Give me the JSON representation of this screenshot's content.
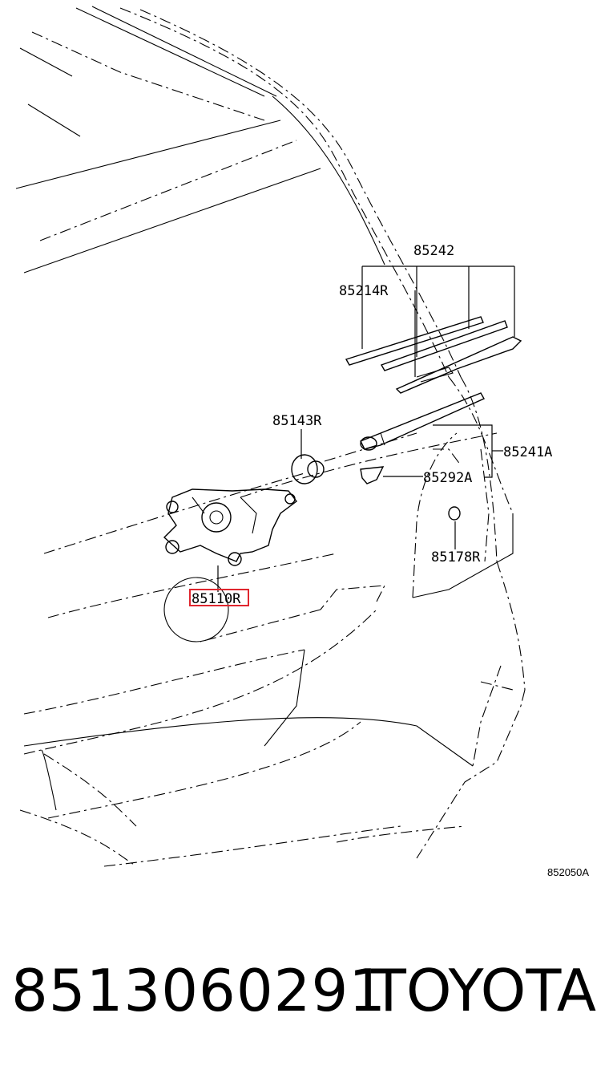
{
  "diagram": {
    "callouts": [
      "85242",
      "85214R",
      "85143R",
      "85241A",
      "85292A",
      "85178R",
      "85110R"
    ],
    "highlighted_callout": "85110R",
    "highlight_color": "#e0262e",
    "illustration_ref": "852050A"
  },
  "footer": {
    "part_number": "8513060291",
    "brand": "TOYOTA"
  }
}
